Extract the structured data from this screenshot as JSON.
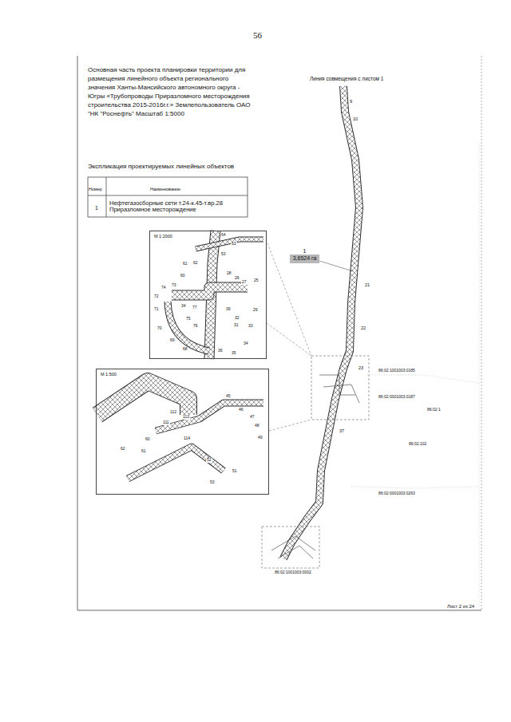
{
  "diagram": {
    "title": "Основная часть проекта планировки территории для размещения линейного объекта регионального значения Ханты-Мансийского автономного округа - Югры «Трубопроводы Приразломного месторождения строительства 2015-2016г.г.» Землепользователь ОАО \"НК \"Роснефть\" Масштаб 1:5000",
    "nodes": [
      {
        "text": [
          "1",
          "3,6524 га"
        ]
      },
      {
        "text": [
          "М 1:2000"
        ]
      },
      {
        "text": [
          "М 1:500"
        ]
      }
    ],
    "labels": [
      "56",
      "Линия совмещения с листом 1",
      "Экспликация проектируемых линейных объектов",
      "Номер",
      "Наименование",
      "1",
      "Нефтегазосборные сети т.24-к.45-т.вр.28 Приразломное месторождение",
      "Лист 2 из 24",
      "86:02:1001003:0185",
      "86:02:0001003:0187",
      "86:02:1",
      "86:02:102",
      "86:02:0001003:0263",
      "86:02:1001003:0002",
      "9",
      "10",
      "21",
      "22",
      "23",
      "37",
      "64",
      "63",
      "61",
      "62",
      "60",
      "53",
      "28",
      "26",
      "27",
      "25",
      "73",
      "74",
      "72",
      "71",
      "34",
      "77",
      "39",
      "29",
      "75",
      "76",
      "31",
      "32",
      "33",
      "70",
      "69",
      "68",
      "36",
      "35",
      "34",
      "45",
      "46",
      "47",
      "48",
      "49",
      "112",
      "113",
      "111",
      "114",
      "60",
      "61",
      "62",
      "52",
      "51",
      "53"
    ]
  }
}
